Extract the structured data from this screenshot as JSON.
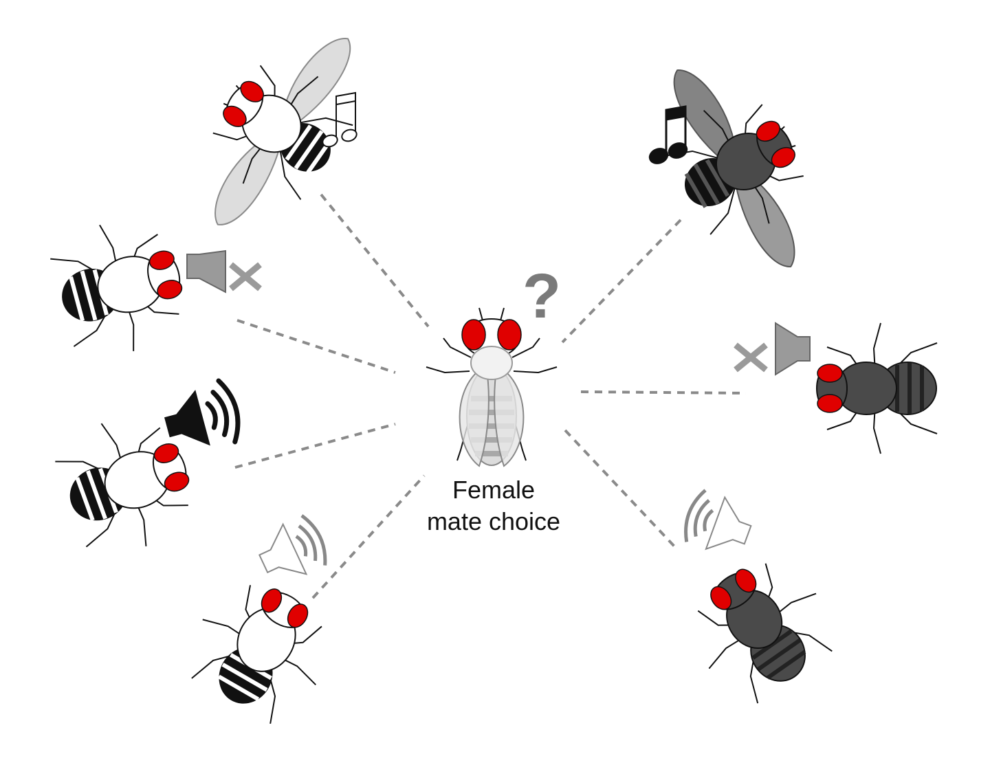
{
  "caption": {
    "line1": "Female",
    "line2": "mate choice"
  },
  "question_mark": "?",
  "colors": {
    "eye": "#e00000",
    "white_body": "#ffffff",
    "dark_body": "#4a4a4a",
    "stripe_black": "#111111",
    "stripe_dark": "#333333",
    "wing_light": "#d9d9d9",
    "wing_dark": "#6e6e6e",
    "dash": "#8a8a8a",
    "grey_icon": "#9a9a9a"
  },
  "flies": [
    {
      "id": "white-wings-music",
      "body": "white",
      "pose": "wings-up",
      "sound": "music-note-outline"
    },
    {
      "id": "white-muted",
      "body": "white",
      "pose": "walking",
      "sound": "speaker-muted-grey"
    },
    {
      "id": "white-loud",
      "body": "white",
      "pose": "walking",
      "sound": "speaker-loud-black"
    },
    {
      "id": "white-soft",
      "body": "white",
      "pose": "walking",
      "sound": "speaker-soft-outline"
    },
    {
      "id": "dark-wings-music",
      "body": "dark",
      "pose": "wings-up",
      "sound": "music-note-black"
    },
    {
      "id": "dark-muted",
      "body": "dark",
      "pose": "walking",
      "sound": "speaker-muted-grey"
    },
    {
      "id": "dark-soft",
      "body": "dark",
      "pose": "walking",
      "sound": "speaker-soft-outline"
    }
  ]
}
